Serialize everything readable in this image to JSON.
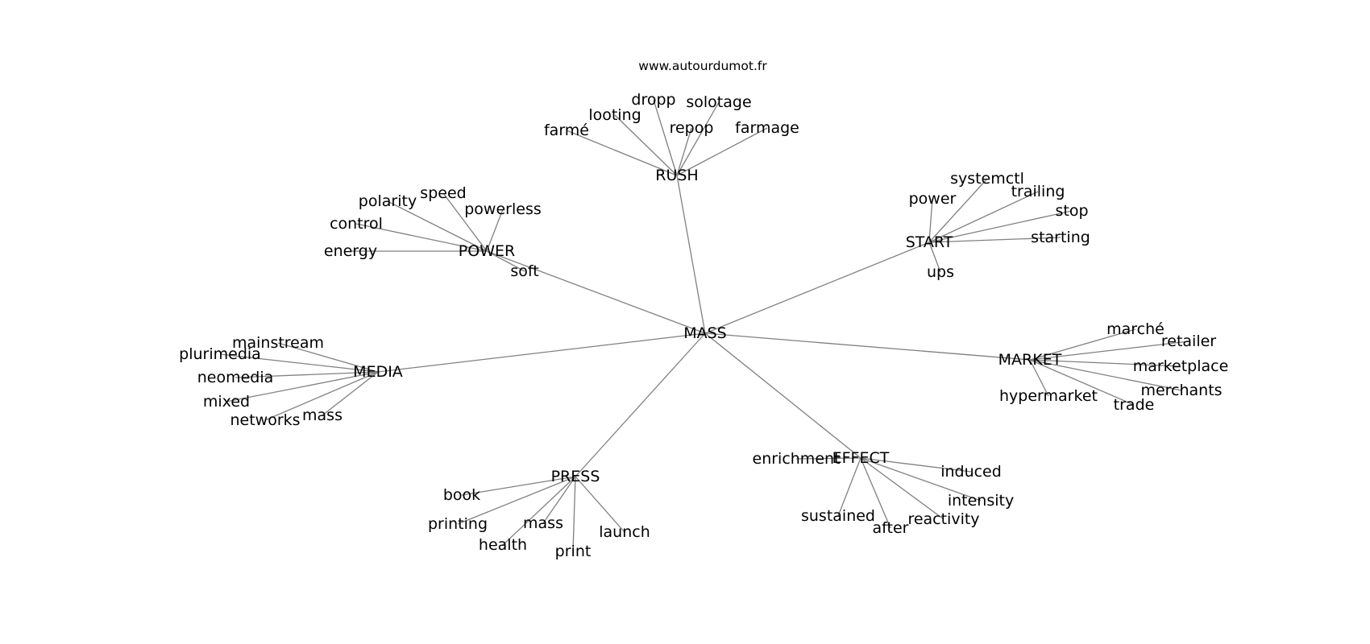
{
  "source": "www.autourdumot.fr",
  "center": "MASS",
  "clusters": [
    {
      "id": "rush",
      "label": "RUSH",
      "terms": [
        "farmé",
        "looting",
        "dropp",
        "solotage",
        "repop",
        "farmage"
      ]
    },
    {
      "id": "power",
      "label": "POWER",
      "terms": [
        "polarity",
        "speed",
        "powerless",
        "control",
        "energy",
        "soft"
      ]
    },
    {
      "id": "start",
      "label": "START",
      "terms": [
        "systemctl",
        "power",
        "trailing",
        "stop",
        "starting",
        "ups"
      ]
    },
    {
      "id": "media",
      "label": "MEDIA",
      "terms": [
        "mainstream",
        "plurimedia",
        "neomedia",
        "mixed",
        "networks",
        "mass"
      ]
    },
    {
      "id": "market",
      "label": "MARKET",
      "terms": [
        "marché",
        "retailer",
        "marketplace",
        "merchants",
        "trade",
        "hypermarket"
      ]
    },
    {
      "id": "press",
      "label": "PRESS",
      "terms": [
        "book",
        "printing",
        "mass",
        "health",
        "print",
        "launch"
      ]
    },
    {
      "id": "effect",
      "label": "EFFECT",
      "terms": [
        "enrichment",
        "induced",
        "intensity",
        "reactivity",
        "after",
        "sustained"
      ]
    }
  ]
}
